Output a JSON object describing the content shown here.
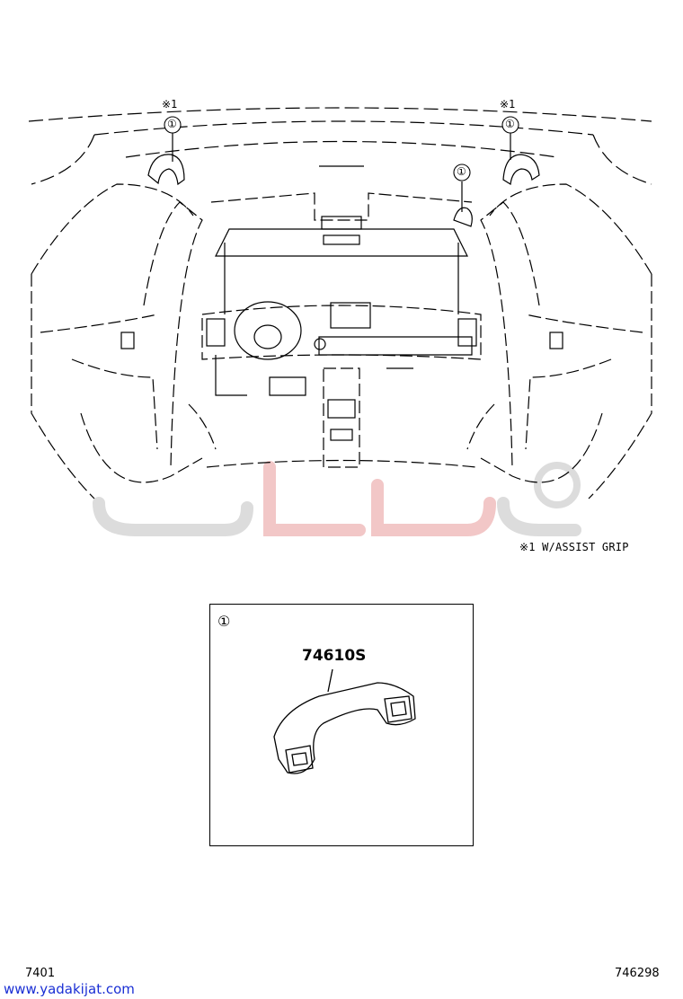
{
  "callouts": {
    "note_mark_left": "※1",
    "note_mark_right": "※1",
    "index_symbol": "①"
  },
  "footnote": {
    "text": "※1 W/ASSIST GRIP"
  },
  "detail": {
    "index_symbol": "①",
    "part_number": "74610S"
  },
  "footer": {
    "left_code": "7401",
    "right_code": "746298",
    "watermark_url": "www.yadakijat.com"
  },
  "colors": {
    "line": "#000000",
    "watermark_logo": "#d9d9d9",
    "watermark_text": "#1a2fd4"
  }
}
